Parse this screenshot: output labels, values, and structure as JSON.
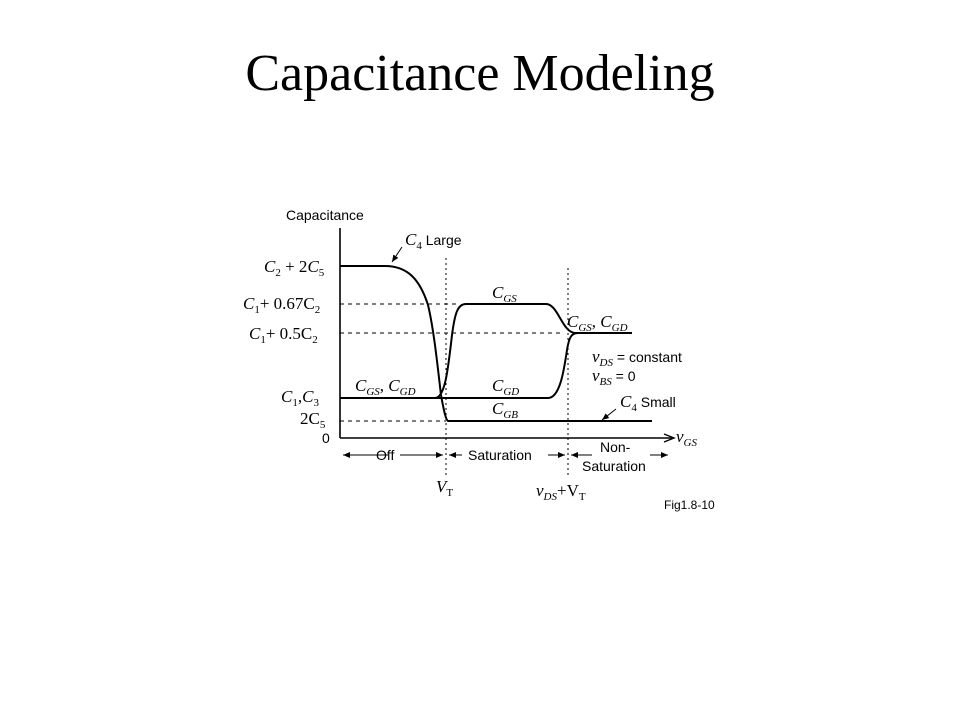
{
  "title": "Capacitance Modeling",
  "figure": {
    "y_axis_label": "Capacitance",
    "x_axis_label": {
      "main": "v",
      "sub": "GS"
    },
    "origin": "0",
    "y_levels": {
      "c2_2c5": {
        "a": "C",
        "a_sub": "2",
        "mid": " + 2",
        "b": "C",
        "b_sub": "5"
      },
      "c1_067c2": {
        "a": "C",
        "a_sub": "1",
        "mid": "+ 0.67C",
        "b_sub": "2"
      },
      "c1_05c2": {
        "a": "C",
        "a_sub": "1",
        "mid": "+ 0.5C",
        "b_sub": "2"
      },
      "c1_c3": {
        "a": "C",
        "a_sub": "1",
        "mid": ",",
        "b": "C",
        "b_sub": "3"
      },
      "two_c5": {
        "a": "2C",
        "a_sub": "5"
      }
    },
    "curve_labels": {
      "c4_large": {
        "main": "C",
        "sub": "4",
        "rest": " Large"
      },
      "cgs_top": {
        "main": "C",
        "sub": "GS"
      },
      "cgs_cgd_right": {
        "a": "C",
        "a_sub": "GS",
        "b": "C",
        "b_sub": "GD"
      },
      "cgs_cgd_left": {
        "a": "C",
        "a_sub": "GS",
        "b": "C",
        "b_sub": "GD"
      },
      "cgd_mid": {
        "main": "C",
        "sub": "GD"
      },
      "cgb_mid": {
        "main": "C",
        "sub": "GB"
      },
      "vds_const": {
        "main": "v",
        "sub": "DS",
        "rest": " = constant"
      },
      "vbs_zero": {
        "main": "v",
        "sub": "BS",
        "rest": " = 0"
      },
      "c4_small": {
        "main": "C",
        "sub": "4",
        "rest": " Small"
      }
    },
    "regions": {
      "off": "Off",
      "saturation": "Saturation",
      "non_sat_1": "Non-",
      "non_sat_2": "Saturation"
    },
    "x_markers": {
      "vt": {
        "main": "V",
        "sub": "T"
      },
      "vds_vt": {
        "a": "v",
        "a_sub": "DS",
        "mid": "+V",
        "b_sub": "T"
      }
    },
    "fig_ref": "Fig1.8-10"
  }
}
